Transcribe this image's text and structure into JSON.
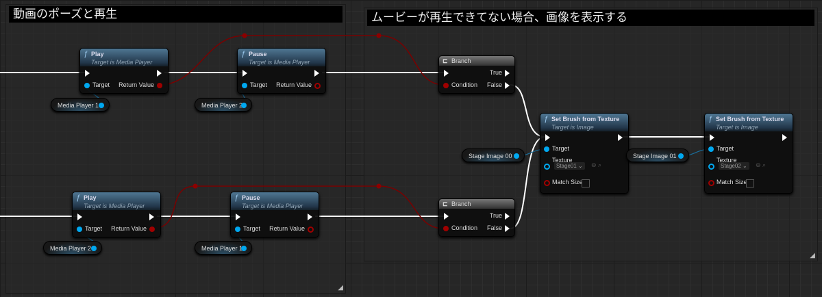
{
  "comments": [
    {
      "title": "動画のポーズと再生"
    },
    {
      "title": "ムービーが再生できてない場合、画像を表示する"
    }
  ],
  "nodes": {
    "play": {
      "title": "Play",
      "subtitle": "Target is Media Player"
    },
    "pause": {
      "title": "Pause",
      "subtitle": "Target is Media Player"
    },
    "branch": {
      "title": "Branch"
    },
    "set_brush": {
      "title": "Set Brush from Texture",
      "subtitle": "Target is Image"
    }
  },
  "pins": {
    "target": "Target",
    "return_value": "Return Value",
    "true": "True",
    "false": "False",
    "condition": "Condition",
    "texture": "Texture",
    "match_size": "Match Size"
  },
  "vars": {
    "mp1": "Media Player 1",
    "mp2": "Media Player 2",
    "img0": "Stage Image 00",
    "img1": "Stage Image 01"
  },
  "textures": {
    "t1": "Stage01",
    "t2": "Stage02"
  },
  "colors": {
    "exec": "#ffffff",
    "bool": "#8c0000",
    "object": "#00a8f0"
  }
}
